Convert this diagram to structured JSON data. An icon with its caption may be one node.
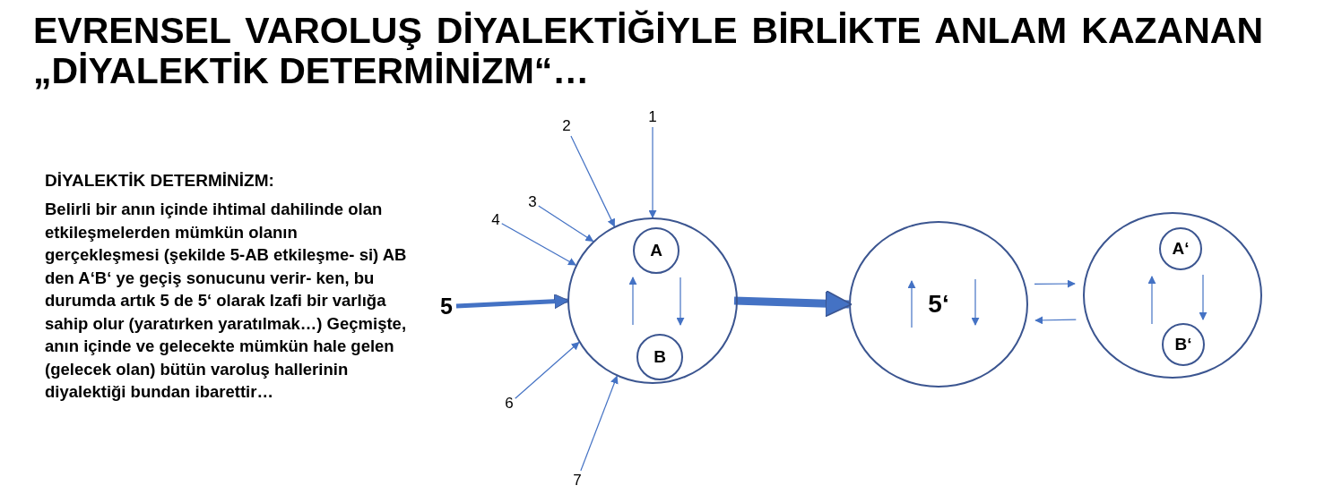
{
  "diagram": {
    "title": "EVRENSEL VAROLUŞ DİYALEKTİĞİYLE BİRLİKTE ANLAM KAZANAN „DİYALEKTİK DETERMİNİZM“…",
    "nodes": [
      {
        "text": [
          "1"
        ]
      },
      {
        "text": [
          "2"
        ]
      },
      {
        "text": [
          "3"
        ]
      },
      {
        "text": [
          "4"
        ]
      },
      {
        "text": [
          "5"
        ]
      },
      {
        "text": [
          "6"
        ]
      },
      {
        "text": [
          "7"
        ]
      },
      {
        "text": [],
        "shape": "circle"
      },
      {
        "text": [
          "A"
        ],
        "in": 7
      },
      {
        "text": [
          "B"
        ],
        "in": 7
      },
      {
        "text": [
          "5‘"
        ]
      },
      {
        "text": [],
        "shape": "circle"
      },
      {
        "text": [
          "A‘"
        ],
        "in": 11
      },
      {
        "text": [
          "B‘"
        ],
        "in": 11
      }
    ],
    "edges": [
      {
        "from": 0,
        "to": 7,
        "arrow": "to"
      },
      {
        "from": 1,
        "to": 7,
        "arrow": "to"
      },
      {
        "from": 2,
        "to": 7,
        "arrow": "to"
      },
      {
        "from": 3,
        "to": 7,
        "arrow": "to"
      },
      {
        "from": 4,
        "to": 7,
        "arrow": "to",
        "style": "thick"
      },
      {
        "from": 5,
        "to": 7,
        "arrow": "to"
      },
      {
        "from": 6,
        "to": 7,
        "arrow": "to"
      },
      {
        "from": 7,
        "to": 10,
        "arrow": "to",
        "style": "thick"
      },
      {
        "from": 9,
        "to": 8,
        "arrow": "to"
      },
      {
        "from": 8,
        "to": 9,
        "arrow": "to"
      },
      {
        "from": 10,
        "to": 11,
        "arrow": "to"
      },
      {
        "from": 11,
        "to": 10,
        "arrow": "to"
      },
      {
        "from": 13,
        "to": 12,
        "arrow": "to"
      },
      {
        "from": 12,
        "to": 13,
        "arrow": "to"
      }
    ],
    "labels": [
      "DİYALEKTİK DETERMİNİZM:",
      "Belirli bir anın içinde ihtimal dahilinde olan etkileşmelerden mümkün olanın gerçekleşmesi (şekilde 5-AB etkileşme- si) AB den A‘B‘ ye geçiş sonucunu verir- ken, bu durumda artık 5 de 5‘ olarak Izafi bir varlığa sahip olur (yaratırken yaratılmak…) Geçmişte, anın içinde ve gelecekte mümkün hale gelen (gelecek olan) bütün varoluş hallerinin diyalektiği bundan ibarettir…"
    ]
  }
}
